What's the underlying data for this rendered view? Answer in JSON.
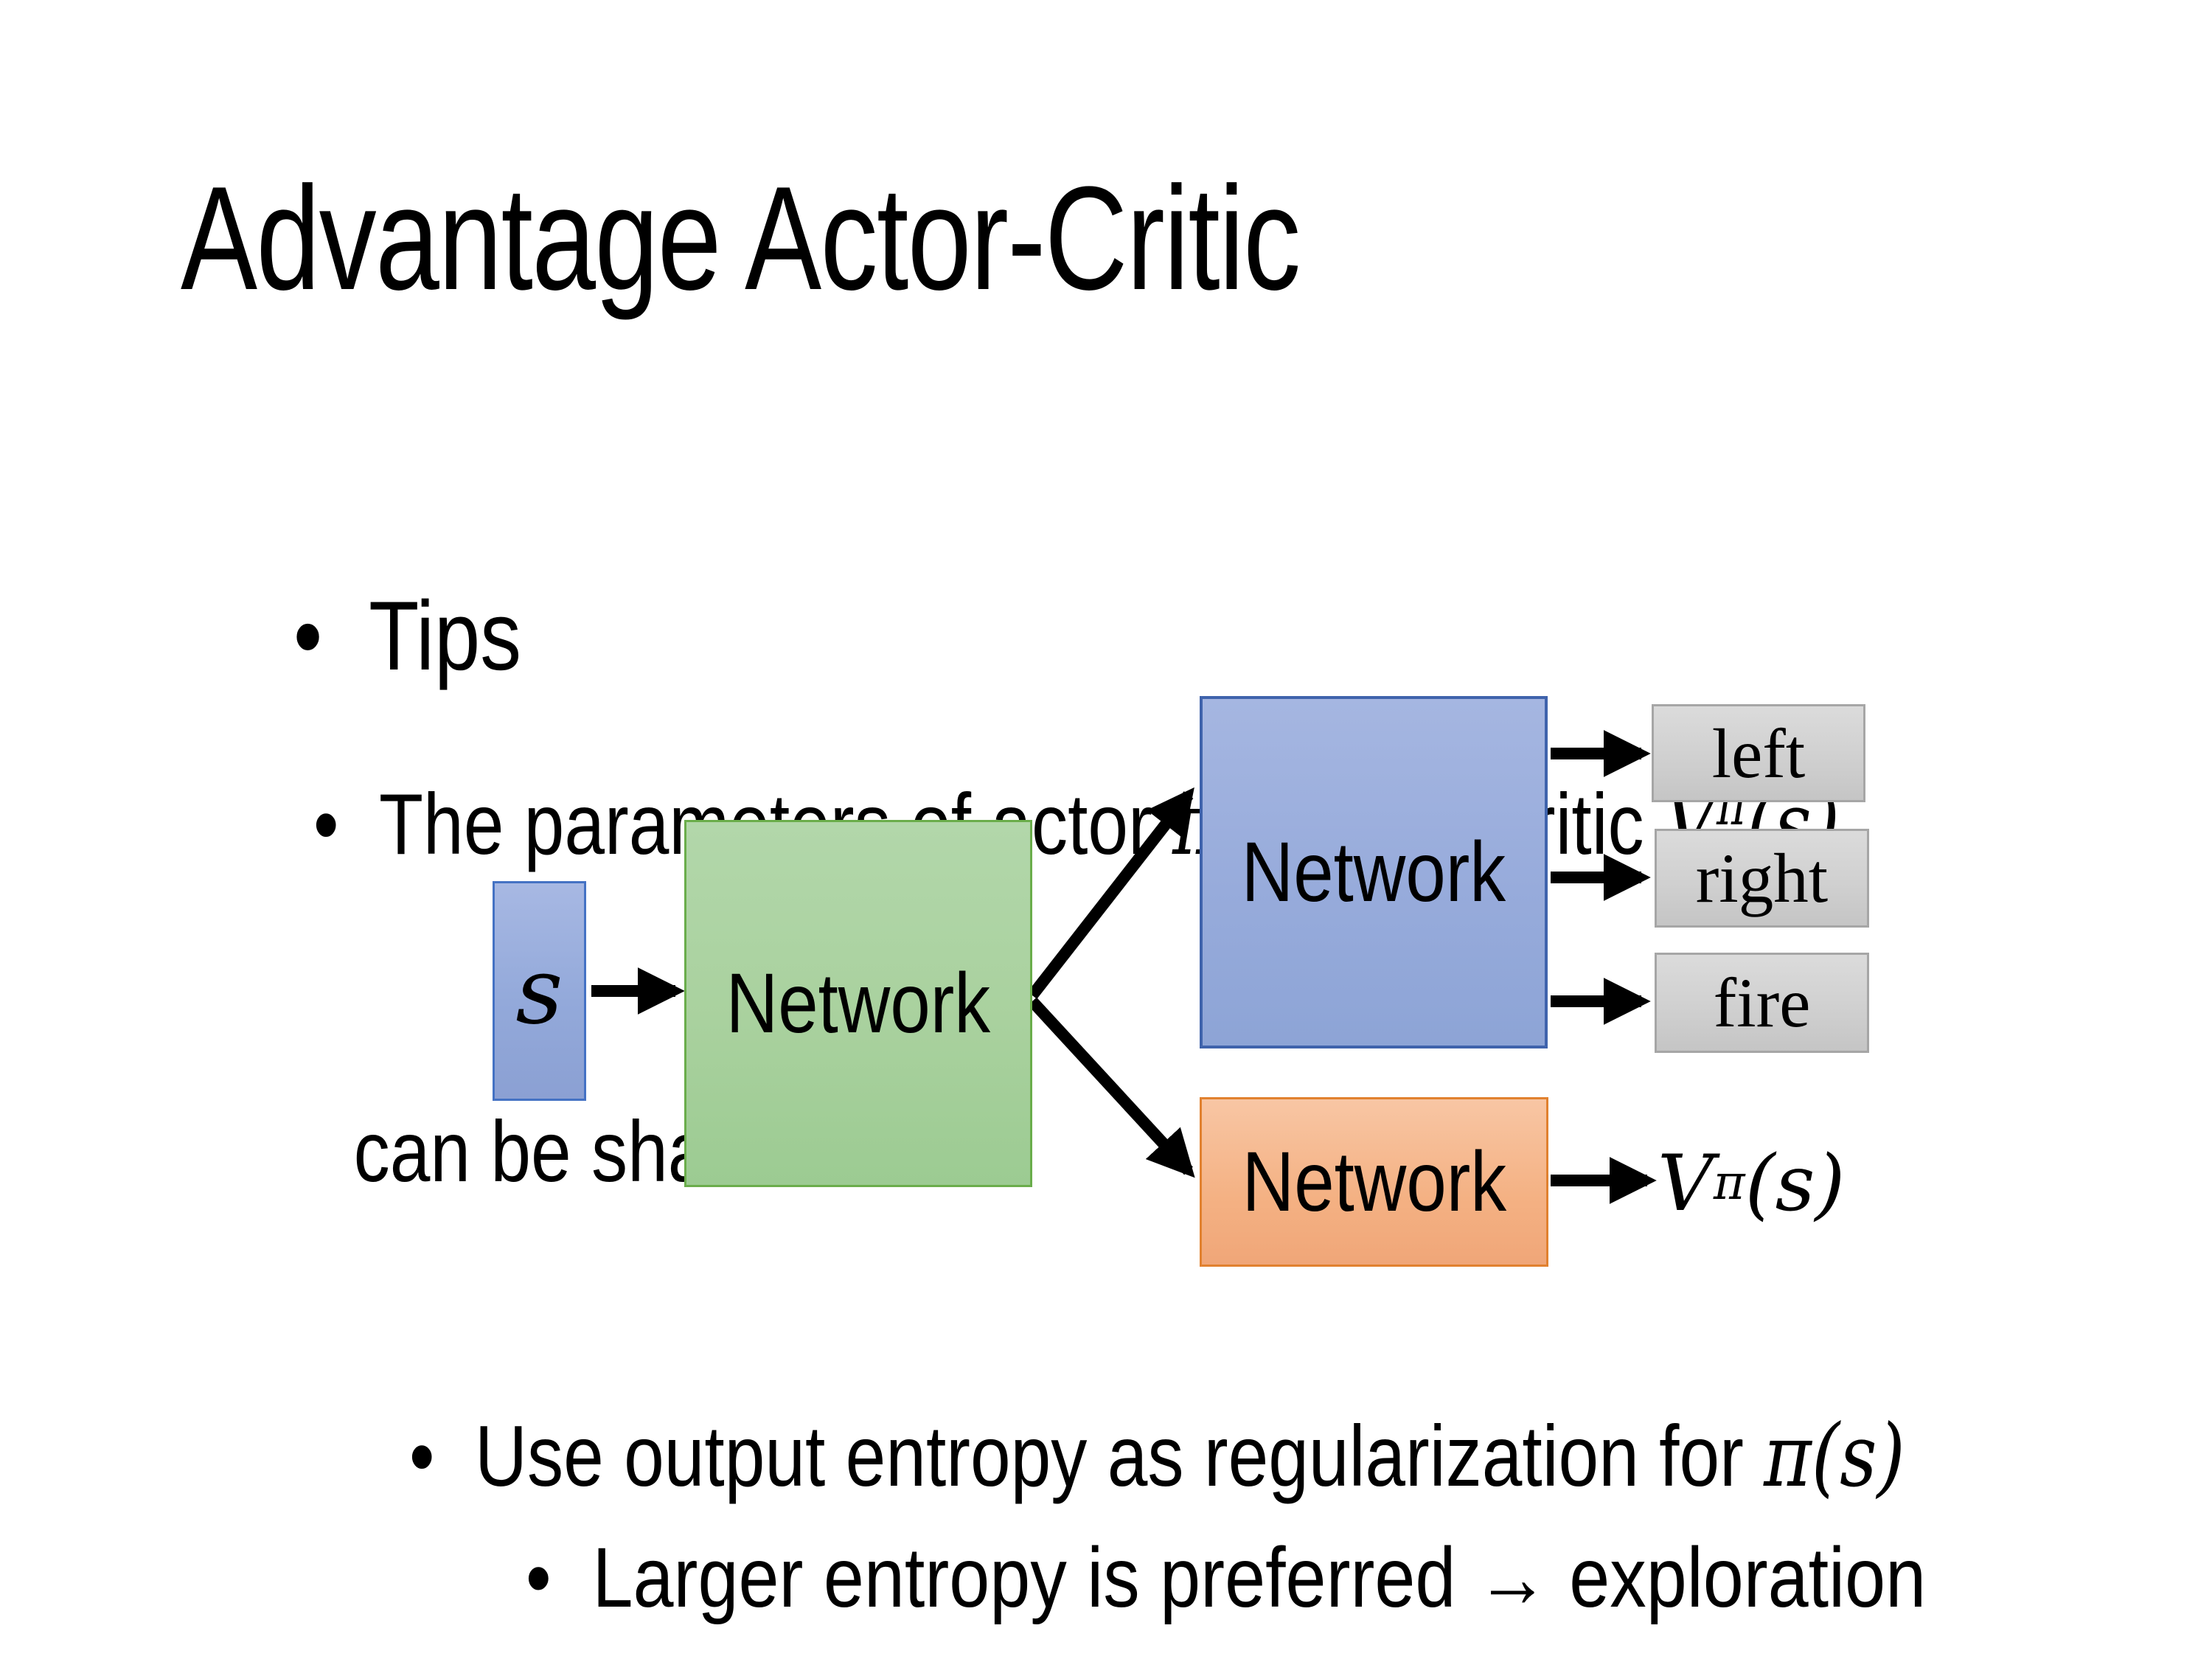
{
  "title": "Advantage Actor-Critic",
  "bullets": {
    "bullet_char": "•",
    "tips": "Tips",
    "b1_text1": "The parameters of actor ",
    "b1_math1": "π(s)",
    "b1_text2": "  and critic ",
    "b1_vbase": "V",
    "b1_vsup": "π",
    "b1_vargs": "(s)",
    "b1_line2": "can be shared",
    "b2_text1": "Use output entropy as regularization for ",
    "b2_math1": "π(s)",
    "b3_text": "Larger entropy is preferred → exploration"
  },
  "diagram": {
    "state_label": "s",
    "shared_label": "Network",
    "actor_label": "Network",
    "critic_label": "Network",
    "outputs": [
      "left",
      "right",
      "fire"
    ],
    "value_base": "V",
    "value_sup": "π",
    "value_args": "(s)",
    "colors": {
      "state_fill": "#93a9da",
      "state_border": "#4472c4",
      "shared_fill": "#a9d19e",
      "shared_border": "#6aad4b",
      "actor_fill": "#97abdb",
      "actor_border": "#3f63ac",
      "critic_fill": "#f4b183",
      "critic_border": "#e1812f",
      "output_fill": "#d0d0d0",
      "output_border": "#a6a6a6",
      "arrow": "#000000",
      "background": "#ffffff",
      "text": "#000000"
    }
  }
}
